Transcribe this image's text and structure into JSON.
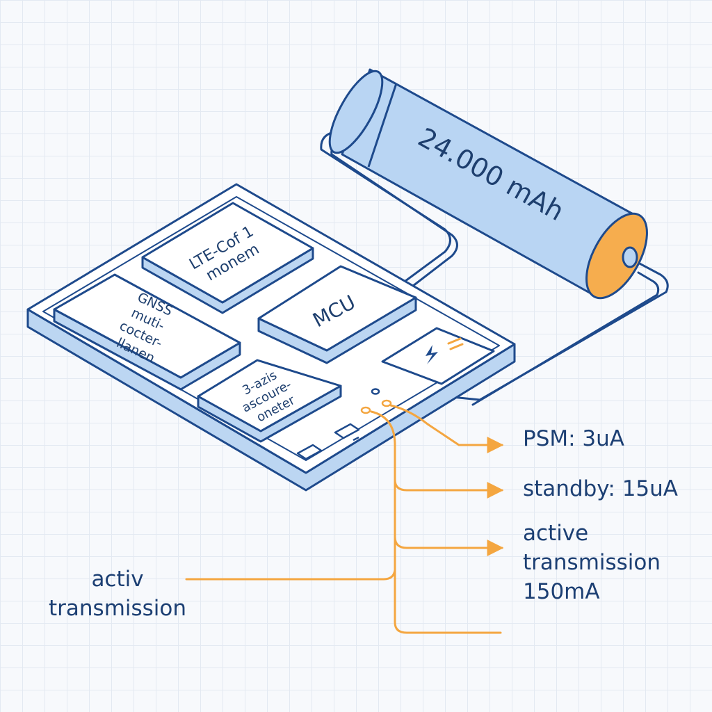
{
  "battery": {
    "capacity": "24.000 mAh"
  },
  "modules": {
    "lte": "LTE-Cof 1 monem",
    "gnss": "GNSS muti- cocter- llanen",
    "mcu": "MCU",
    "accel": "3-azis ascoure- oneter"
  },
  "callouts": {
    "psm": "PSM: 3uA",
    "standby": "standby: 15uA",
    "active": "active\ntransmission\n150mA",
    "left": "activ\ntransmission"
  },
  "colors": {
    "outline": "#1e4a8c",
    "board_fill": "#ffffff",
    "board_side": "#bcd6f2",
    "battery_fill": "#b9d5f3",
    "battery_cap": "#f6ad4e",
    "callout_line": "#f4a640",
    "text": "#1c3f73"
  }
}
